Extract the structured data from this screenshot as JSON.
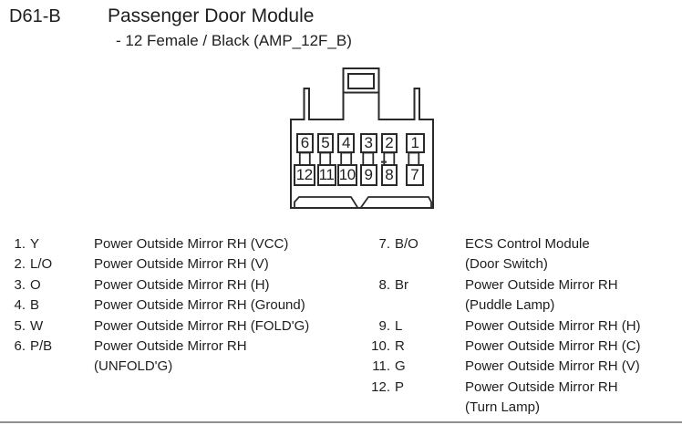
{
  "header": {
    "connector_id": "D61-B",
    "title": "Passenger Door Module",
    "subtitle": "- 12 Female / Black (AMP_12F_B)"
  },
  "connector": {
    "top_row": [
      "6",
      "5",
      "4",
      "3",
      "2",
      "1"
    ],
    "bottom_row": [
      "12",
      "11",
      "10",
      "9",
      "8",
      "7"
    ]
  },
  "pins": [
    {
      "num": "1.",
      "code": "Y",
      "desc": "Power Outside Mirror RH (VCC)"
    },
    {
      "num": "2.",
      "code": "L/O",
      "desc": "Power Outside Mirror RH (V)"
    },
    {
      "num": "3.",
      "code": "O",
      "desc": "Power Outside Mirror RH (H)"
    },
    {
      "num": "4.",
      "code": "B",
      "desc": "Power Outside Mirror RH (Ground)"
    },
    {
      "num": "5.",
      "code": "W",
      "desc": "Power Outside Mirror RH (FOLD'G)"
    },
    {
      "num": "6.",
      "code": "P/B",
      "desc": "Power Outside Mirror RH\n(UNFOLD'G)"
    },
    {
      "num": "7.",
      "code": "B/O",
      "desc": "ECS Control Module\n(Door Switch)"
    },
    {
      "num": "8.",
      "code": "Br",
      "desc": "Power Outside Mirror RH\n(Puddle Lamp)"
    },
    {
      "num": "9.",
      "code": "L",
      "desc": "Power Outside Mirror RH (H)"
    },
    {
      "num": "10.",
      "code": "R",
      "desc": "Power Outside Mirror RH (C)"
    },
    {
      "num": "11.",
      "code": "G",
      "desc": "Power Outside Mirror RH (V)"
    },
    {
      "num": "12.",
      "code": "P",
      "desc": "Power Outside Mirror RH\n(Turn Lamp)"
    }
  ],
  "colors": {
    "text": "#1e1e1e",
    "line": "#2a2a2a",
    "divider": "#8f8f8f",
    "background": "#ffffff"
  }
}
